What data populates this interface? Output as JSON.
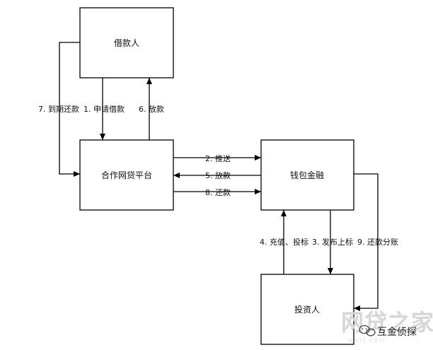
{
  "nodes": {
    "borrower": "借款人",
    "platform": "合作网贷平台",
    "wallet": "钱包金融",
    "investor": "投资人"
  },
  "edges": {
    "due_repay": "7. 到期还款",
    "apply_loan": "1. 申请借款",
    "lend_to_borrower": "6. 放款",
    "push": "2. 推送",
    "lend_to_platform": "5. 放款",
    "repay": "8. 还款",
    "recharge_bid": "4. 充值、投标",
    "publish_bid": "3. 发布上标",
    "repay_distribute": "9. 还款分账"
  },
  "watermark": {
    "logo_text": "网贷之家",
    "logo_subtext": "wdzj.com",
    "brand": "互金侦探"
  },
  "colors": {
    "line": "#000000",
    "box_fill": "#ffffff",
    "watermark": "#d6d6d6"
  }
}
